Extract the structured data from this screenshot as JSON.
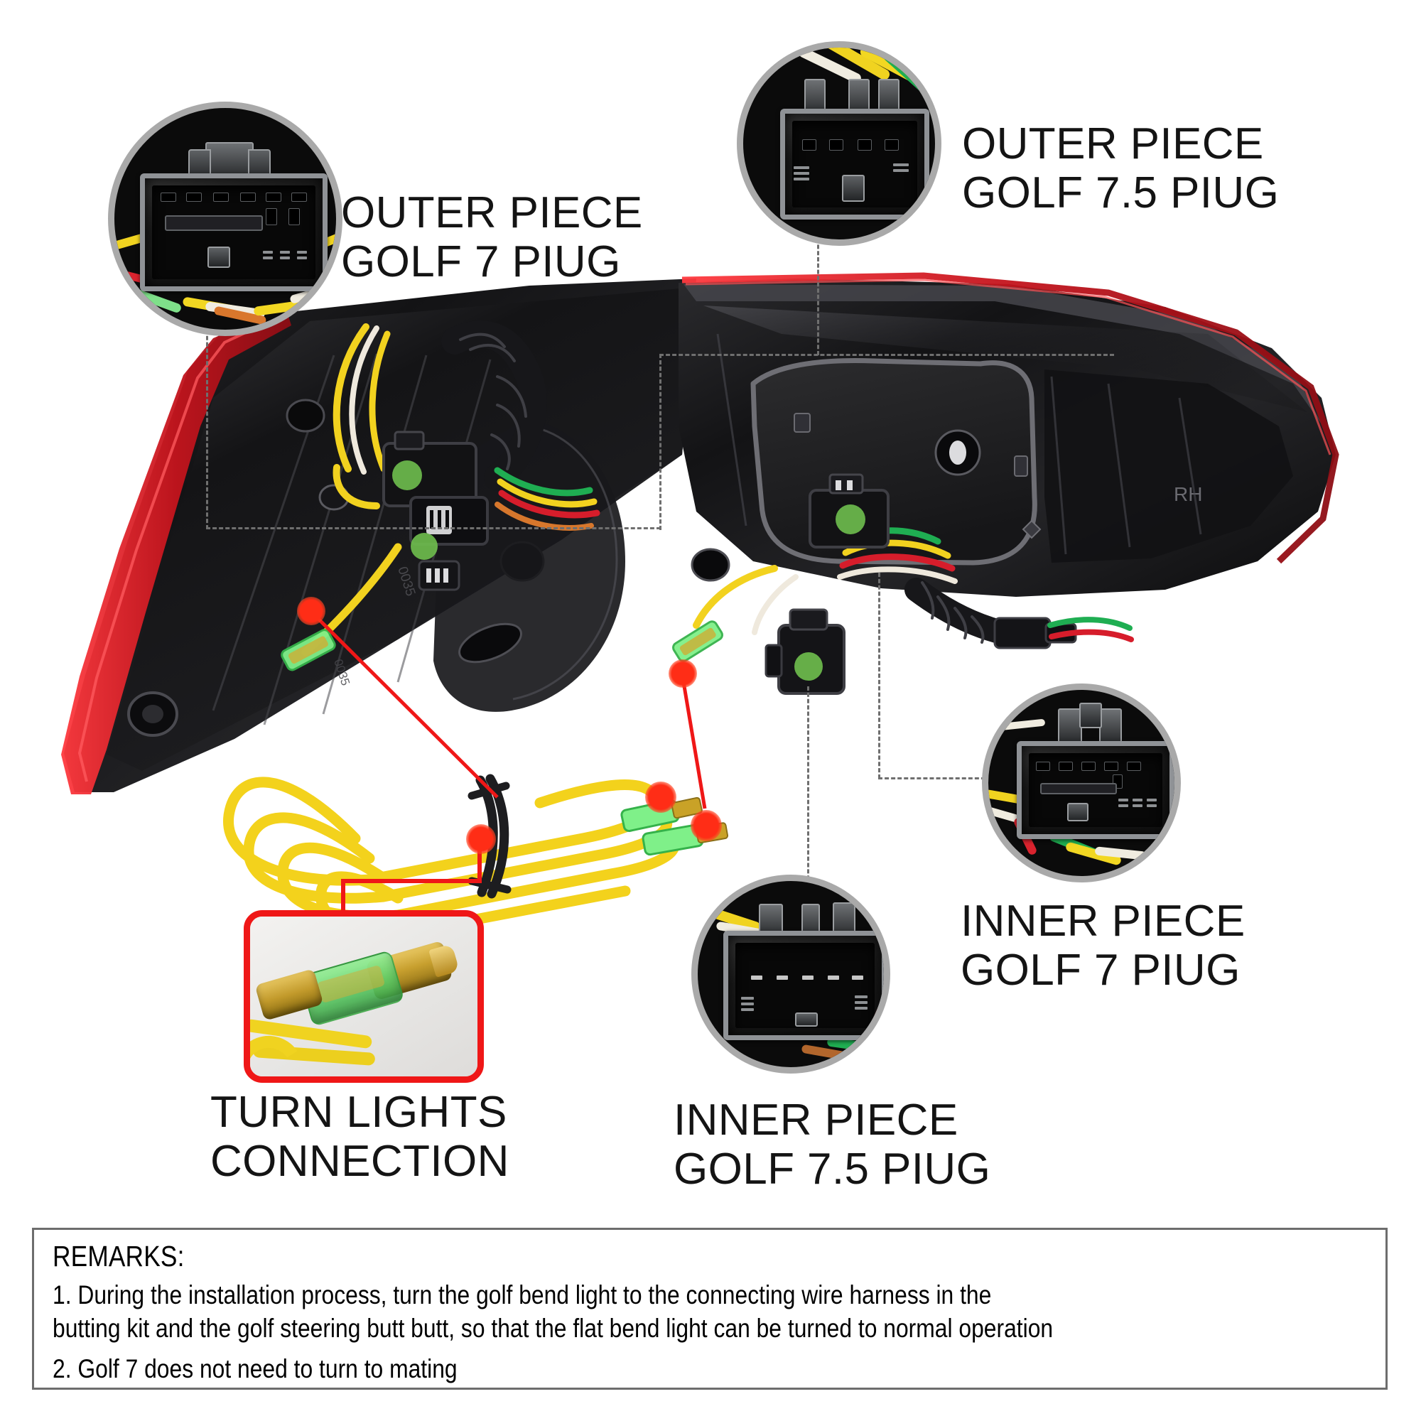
{
  "diagram": {
    "title": "VW Golf tail light wiring harness installation diagram",
    "product": {
      "name": "tail-light-assembly",
      "side_marking": "RH",
      "lens_accent_color": "#d8202a"
    },
    "callouts": [
      {
        "id": "outer-golf7",
        "line1": "OUTER PIECE",
        "line2": "GOLF 7 PIUG",
        "icon": "connector-plug-icon"
      },
      {
        "id": "outer-golf75",
        "line1": "OUTER PIECE",
        "line2": "GOLF 7.5 PIUG",
        "icon": "connector-plug-icon"
      },
      {
        "id": "inner-golf7",
        "line1": "INNER PIECE",
        "line2": "GOLF 7 PIUG",
        "icon": "connector-plug-icon"
      },
      {
        "id": "inner-golf75",
        "line1": "INNER PIECE",
        "line2": "GOLF 7.5 PIUG",
        "icon": "connector-plug-icon"
      },
      {
        "id": "turn-lights",
        "line1": "TURN LIGHTS",
        "line2": "CONNECTION",
        "icon": "bullet-terminal-icon"
      }
    ],
    "harness": {
      "name": "turn-light-extension-wire",
      "wire_color": "#f4d41a",
      "terminal_sleeve_color": "#67e06a"
    },
    "markers": {
      "green_dot_color": "#6fbf4e",
      "red_dot_color": "#ff2d16",
      "leader_dash_color": "#6f6f6f",
      "highlight_box_color": "#ef1717"
    }
  },
  "remarks": {
    "title": "REMARKS:",
    "items": [
      "1. During the installation process, turn the golf bend light to the connecting wire harness in the butting kit and the golf steering butt butt, so that the flat bend light can be turned to normal operation",
      "2. Golf 7 does not need to turn to mating"
    ],
    "line1a": "1. During the installation process, turn the golf bend light to the connecting wire harness in the",
    "line1b": "butting kit and the golf steering butt butt, so that the flat bend light can be turned to normal operation",
    "line2": "2. Golf 7 does not need to turn to mating"
  }
}
